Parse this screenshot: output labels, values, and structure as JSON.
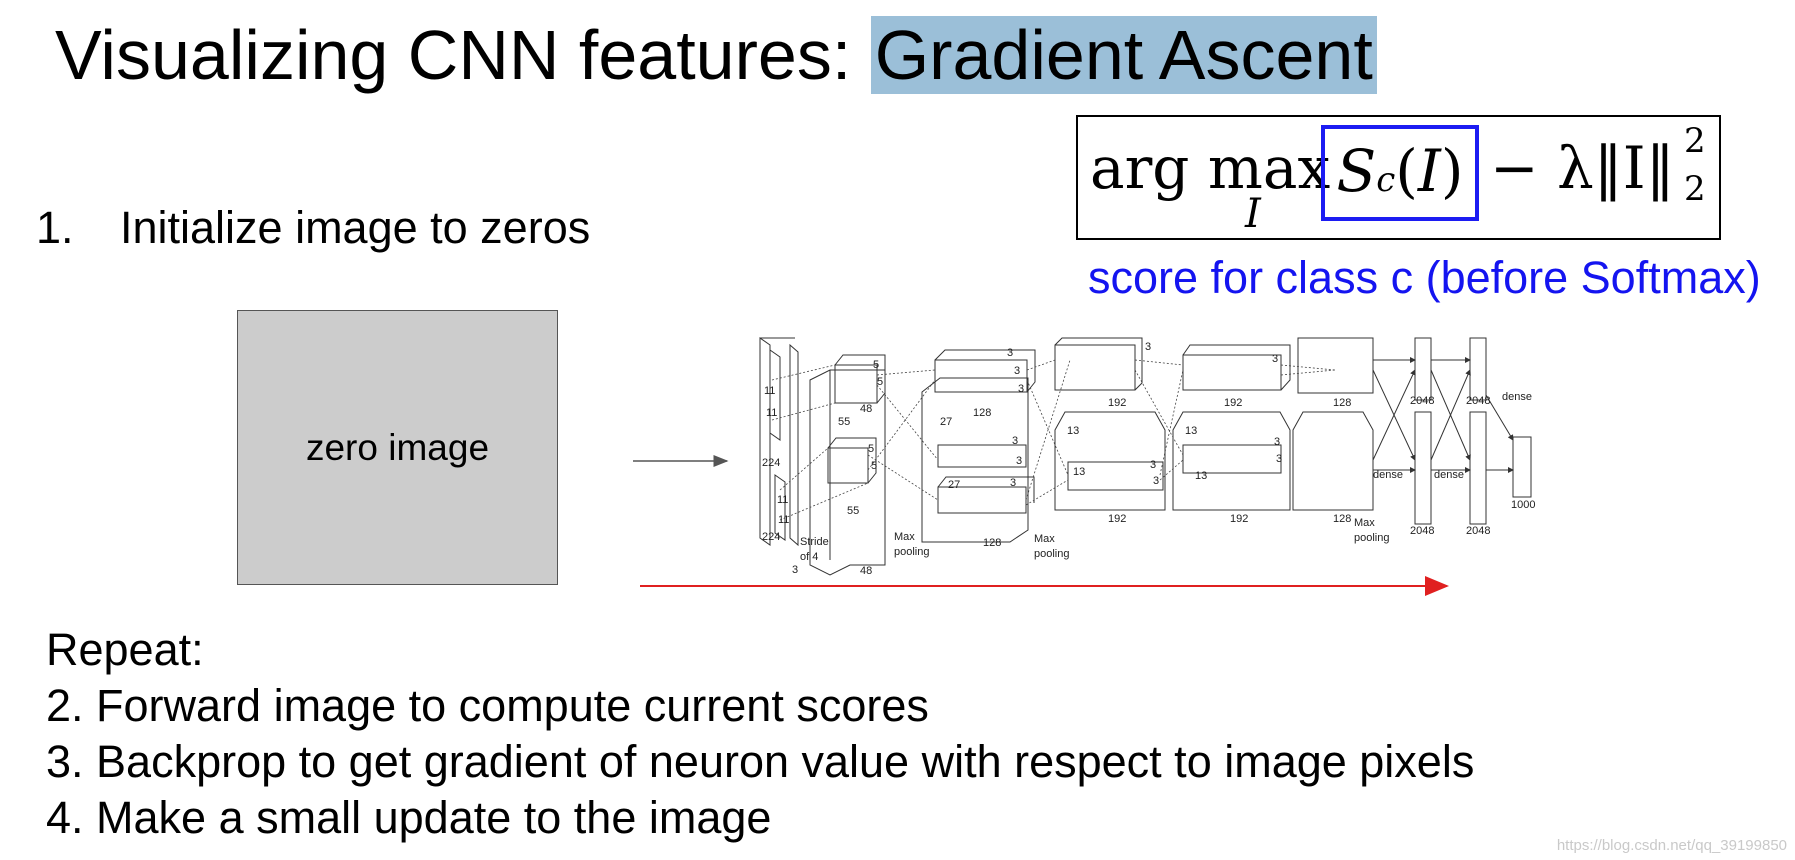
{
  "title": {
    "prefix": "Visualizing CNN features: ",
    "highlight": "Gradient Ascent"
  },
  "step1": {
    "number": "1.",
    "text": "Initialize image to zeros"
  },
  "formula": {
    "operator": "arg max",
    "variable": "I",
    "score_term": "S_c(I)",
    "regularizer": "− λ‖I‖",
    "sup": "2",
    "sub": "2"
  },
  "score_caption": "score for class c (before Softmax)",
  "zero_image_label": "zero image",
  "network": {
    "dims": {
      "d224a": "224",
      "d224b": "224",
      "d3": "3",
      "d11a": "11",
      "d11b": "11",
      "d11c": "11",
      "d11d": "11",
      "d55a": "55",
      "d55b": "55",
      "d48a": "48",
      "d48b": "48",
      "d5a": "5",
      "d5b": "5",
      "d5c": "5",
      "d5d": "5",
      "d27a": "27",
      "d27b": "27",
      "d128a": "128",
      "d128b": "128",
      "d13a": "13",
      "d13b": "13",
      "d13c": "13",
      "d13d": "13",
      "d192a": "192",
      "d192b": "192",
      "d192c": "192",
      "d192d": "192",
      "d128c": "128",
      "d128d": "128",
      "d2048a": "2048",
      "d2048b": "2048",
      "d2048c": "2048",
      "d2048d": "2048",
      "d1000": "1000",
      "k3a": "3",
      "k3b": "3",
      "k3c": "3",
      "k3d": "3",
      "k3e": "3",
      "k3f": "3",
      "k3g": "3",
      "k3h": "3",
      "k3i": "3",
      "k3j": "3",
      "k3k": "3",
      "k3l": "3"
    },
    "labels": {
      "stride": "Stride",
      "stride2": "of 4",
      "maxpool1": "Max",
      "maxpool1b": "pooling",
      "maxpool2": "Max",
      "maxpool2b": "pooling",
      "maxpool3": "Max",
      "maxpool3b": "pooling",
      "dense1": "dense",
      "dense2": "dense",
      "dense3": "dense"
    }
  },
  "repeat": {
    "heading": "Repeat:",
    "steps": [
      "2. Forward image to compute current scores",
      "3. Backprop to get gradient of neuron value with respect to image pixels",
      "4. Make a small update to the image"
    ]
  },
  "watermark": "https://blog.csdn.net/qq_39199850",
  "colors": {
    "highlight": "#9bbfd8",
    "score_blue": "#1414f0",
    "backward_arrow": "#e02020",
    "zero_gray": "#cccccc"
  }
}
